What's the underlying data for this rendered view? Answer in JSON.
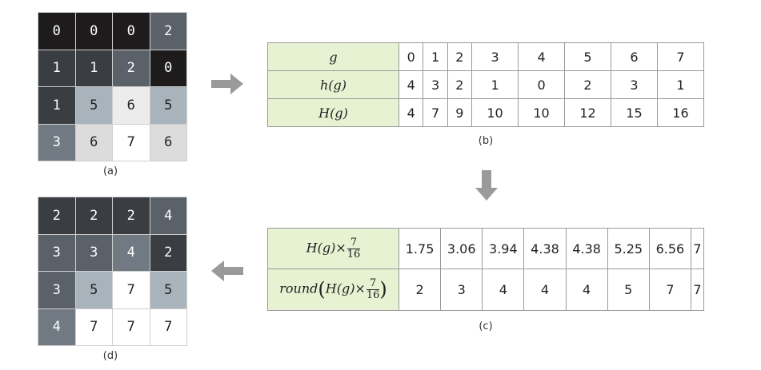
{
  "panel_a": {
    "caption": "(a)",
    "values": [
      [
        0,
        0,
        0,
        2
      ],
      [
        1,
        1,
        2,
        0
      ],
      [
        1,
        5,
        6,
        5
      ],
      [
        3,
        6,
        7,
        6
      ]
    ],
    "colors": [
      [
        "#1e1b1c",
        "#1e1b1c",
        "#1e1b1c",
        "#5b6168"
      ],
      [
        "#3a3d42",
        "#3a3d42",
        "#5b6168",
        "#1e1b1c"
      ],
      [
        "#3a3d42",
        "#a9b3bb",
        "#ececec",
        "#a9b3bb"
      ],
      [
        "#717a82",
        "#dcdcdc",
        "#ffffff",
        "#dcdcdc"
      ]
    ],
    "text_colors": [
      [
        "#ffffff",
        "#ffffff",
        "#ffffff",
        "#ffffff"
      ],
      [
        "#ffffff",
        "#ffffff",
        "#ffffff",
        "#ffffff"
      ],
      [
        "#ffffff",
        "#222222",
        "#222222",
        "#222222"
      ],
      [
        "#ffffff",
        "#222222",
        "#222222",
        "#222222"
      ]
    ]
  },
  "panel_b": {
    "caption": "(b)",
    "rows": [
      {
        "label": "g",
        "values": [
          "0",
          "1",
          "2",
          "3",
          "4",
          "5",
          "6",
          "7"
        ]
      },
      {
        "label": "h(g)",
        "values": [
          "4",
          "3",
          "2",
          "1",
          "0",
          "2",
          "3",
          "1"
        ]
      },
      {
        "label": "H(g)",
        "values": [
          "4",
          "7",
          "9",
          "10",
          "10",
          "12",
          "15",
          "16"
        ]
      }
    ]
  },
  "panel_c": {
    "caption": "(c)",
    "row1": {
      "label_prefix": "H(g)×",
      "frac_num": "7",
      "frac_den": "16",
      "values": [
        "1.75",
        "3.06",
        "3.94",
        "4.38",
        "4.38",
        "5.25",
        "6.56",
        "7"
      ]
    },
    "row2": {
      "label_prefix": "round",
      "label_inner": "H(g)×",
      "frac_num": "7",
      "frac_den": "16",
      "paren_open": "(",
      "paren_close": ")",
      "values": [
        "2",
        "3",
        "4",
        "4",
        "4",
        "5",
        "7",
        "7"
      ]
    }
  },
  "panel_d": {
    "caption": "(d)",
    "values": [
      [
        2,
        2,
        2,
        4
      ],
      [
        3,
        3,
        4,
        2
      ],
      [
        3,
        5,
        7,
        5
      ],
      [
        4,
        7,
        7,
        7
      ]
    ],
    "colors": [
      [
        "#3a3d42",
        "#3a3d42",
        "#3a3d42",
        "#5b6168"
      ],
      [
        "#5b6168",
        "#5b6168",
        "#717a82",
        "#3a3d42"
      ],
      [
        "#5b6168",
        "#a9b3bb",
        "#ffffff",
        "#a9b3bb"
      ],
      [
        "#717a82",
        "#ffffff",
        "#ffffff",
        "#ffffff"
      ]
    ],
    "text_colors": [
      [
        "#ffffff",
        "#ffffff",
        "#ffffff",
        "#ffffff"
      ],
      [
        "#ffffff",
        "#ffffff",
        "#ffffff",
        "#ffffff"
      ],
      [
        "#ffffff",
        "#222222",
        "#222222",
        "#222222"
      ],
      [
        "#ffffff",
        "#222222",
        "#222222",
        "#222222"
      ]
    ]
  },
  "arrow_color": "#9a9a9a",
  "label_bg": "#e7f2d3"
}
